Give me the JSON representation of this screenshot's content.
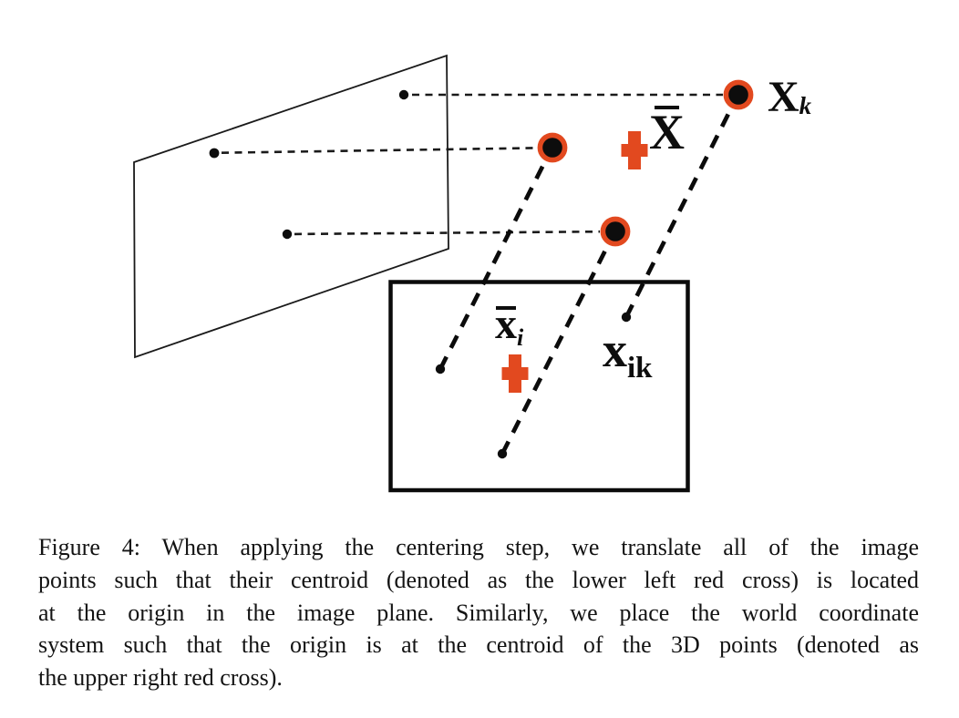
{
  "figure": {
    "colors": {
      "accent_red": "#E2491F",
      "ink": "#0d0d0d"
    },
    "labels": {
      "world_centroid_base": "X",
      "world_point_base": "X",
      "world_point_sub": "k",
      "image_centroid_base": "x",
      "image_centroid_sub": "i",
      "image_point_base": "x",
      "image_point_sub": "ik"
    }
  },
  "caption": {
    "lines": [
      "Figure 4: When applying the centering step, we translate all of the image",
      "points such that their centroid (denoted as the lower left red cross) is located",
      "at the origin in the image plane. Similarly, we place the world coordinate",
      "system such that the origin is at the centroid of the 3D points (denoted as",
      "the upper right red cross)."
    ]
  }
}
